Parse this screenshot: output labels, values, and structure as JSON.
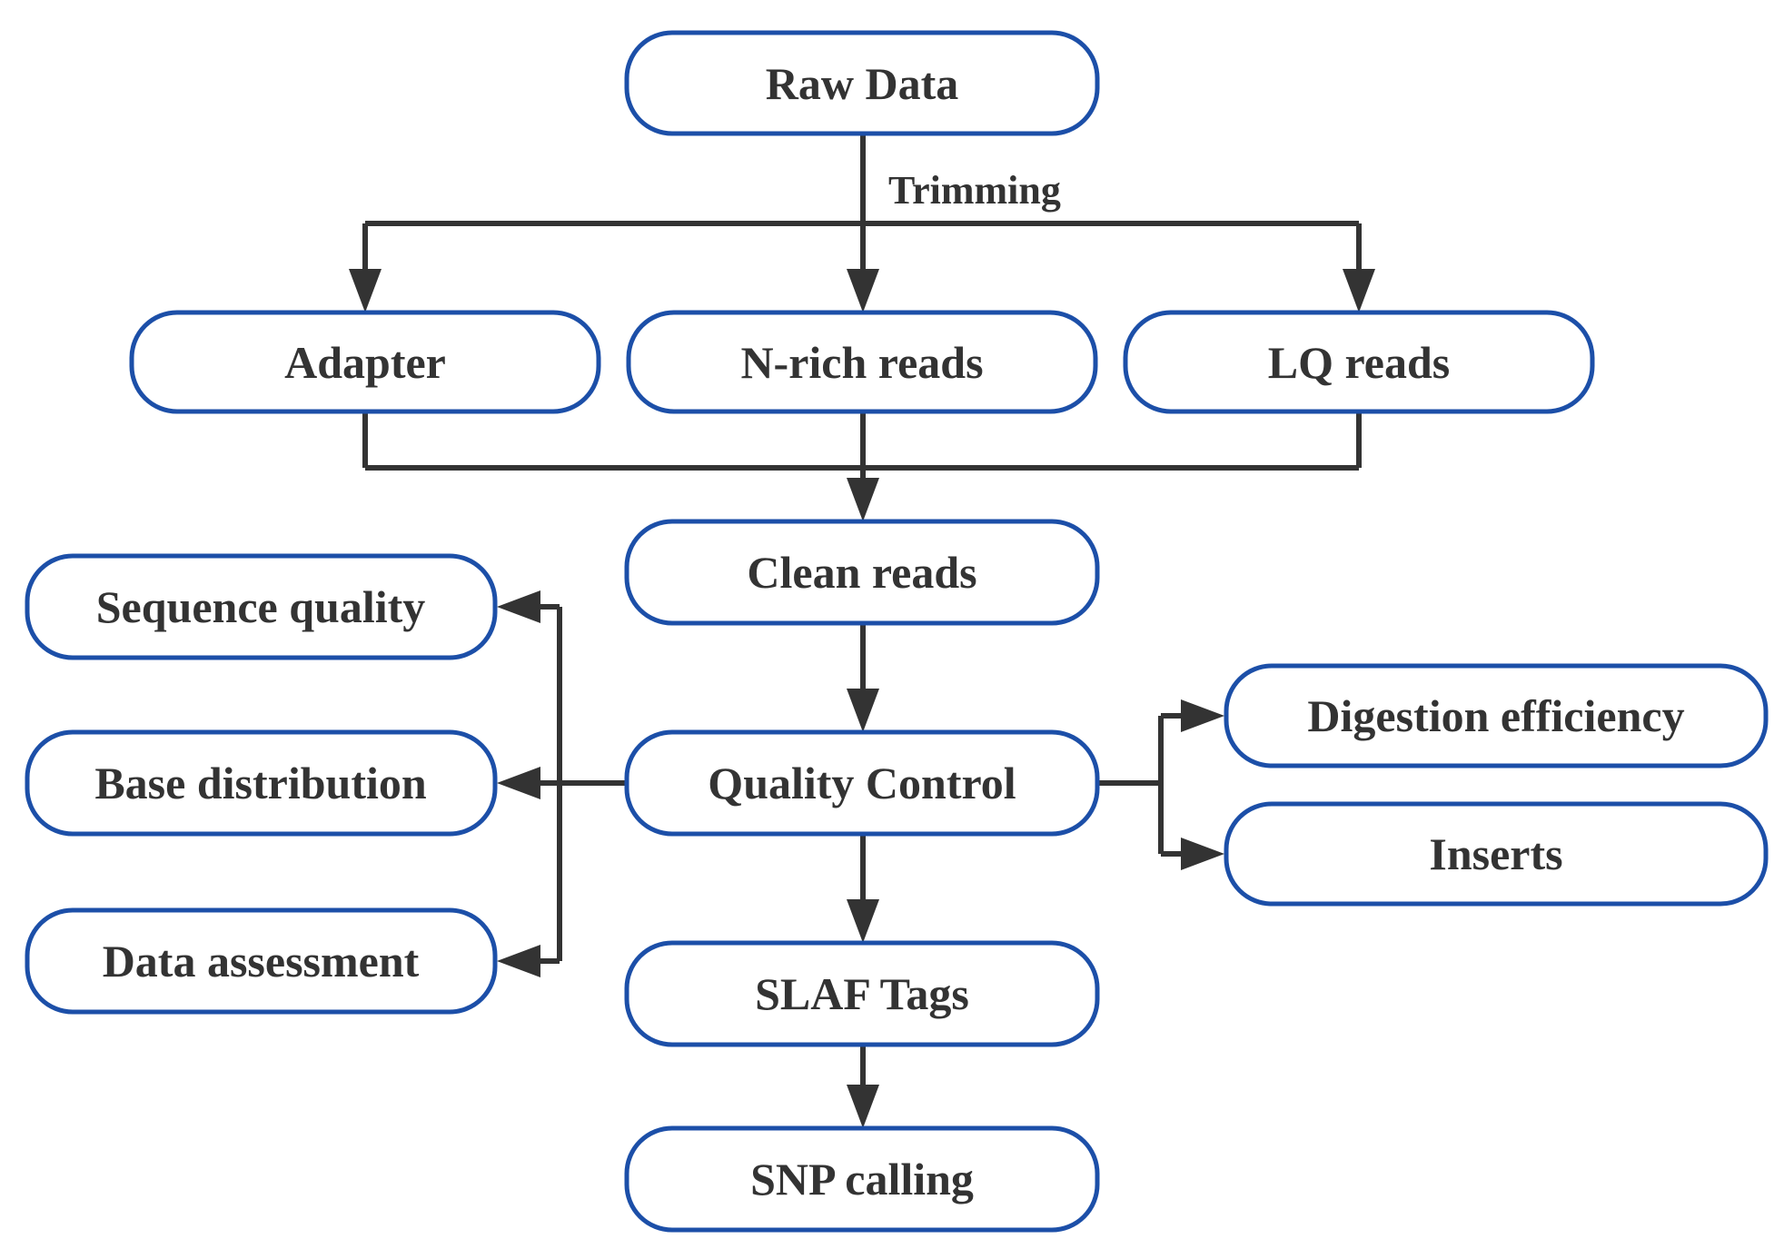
{
  "nodes": {
    "raw_data": "Raw Data",
    "adapter": "Adapter",
    "n_rich_reads": "N-rich reads",
    "lq_reads": "LQ reads",
    "clean_reads": "Clean reads",
    "quality_control": "Quality Control",
    "sequence_quality": "Sequence quality",
    "base_distribution": "Base distribution",
    "data_assessment": "Data assessment",
    "digestion_efficiency": "Digestion efficiency",
    "inserts": "Inserts",
    "slaf_tags": "SLAF Tags",
    "snp_calling": "SNP calling"
  },
  "edges": {
    "trimming_label": "Trimming"
  },
  "colors": {
    "box_border": "#1c4fa8",
    "line": "#333333",
    "text": "#333333"
  }
}
